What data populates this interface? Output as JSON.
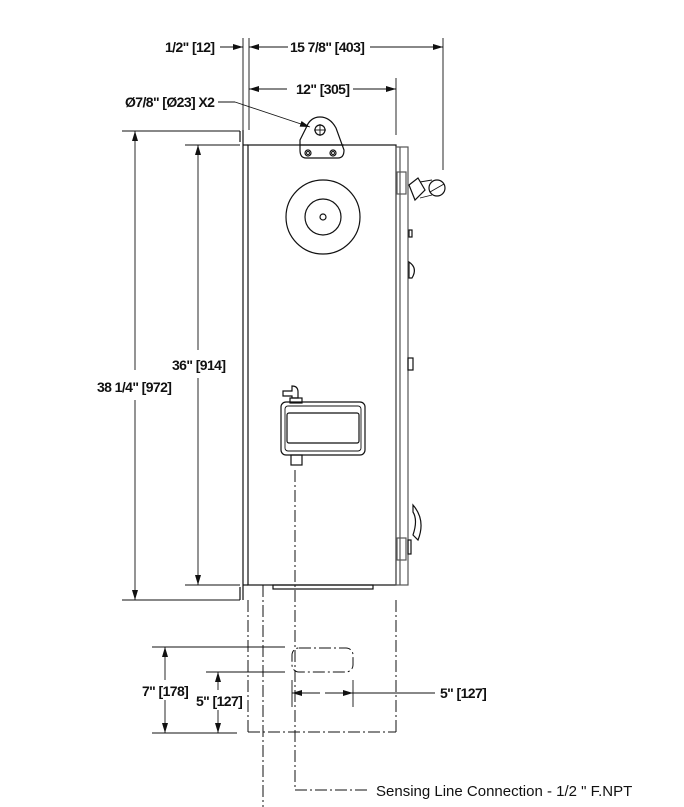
{
  "drawing": {
    "type": "technical-side-view",
    "subject": "enclosure side elevation with mounting tab, horn, display window, and latch"
  },
  "dimensions": {
    "flange_width": "1/2\" [12]",
    "overall_depth": "15 7/8\" [403]",
    "body_depth": "12\" [305]",
    "mount_hole": "Ø7/8\" [Ø23] X2",
    "body_height": "36\" [914]",
    "overall_height": "38 1/4\" [972]",
    "bottom_cutout_height_outer": "7\" [178]",
    "bottom_cutout_height_inner": "5\" [127]",
    "bottom_cutout_width": "5\" [127]"
  },
  "notes": {
    "sensing_line": "Sensing Line Connection - 1/2 \" F.NPT"
  }
}
